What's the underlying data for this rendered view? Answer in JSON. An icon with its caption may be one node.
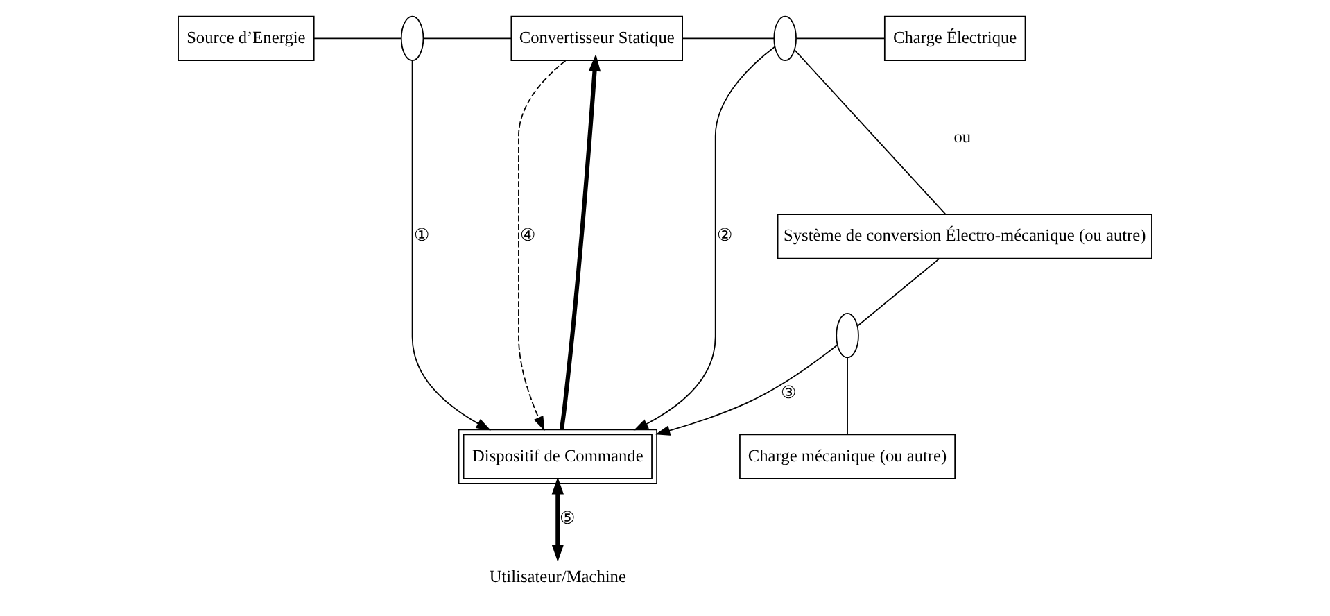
{
  "diagram": {
    "nodes": [
      {
        "text": [
          "Source d’Energie"
        ]
      },
      {
        "text": [
          "Convertisseur Statique"
        ]
      },
      {
        "text": [
          "Charge Électrique"
        ]
      },
      {
        "text": [
          "Système de conversion Électro-mécanique (ou autre)"
        ]
      },
      {
        "text": [
          "Dispositif de Commande"
        ]
      },
      {
        "text": [
          "Charge mécanique (ou autre)"
        ]
      },
      {
        "text": [
          "Utilisateur/Machine"
        ]
      },
      {
        "text": [],
        "shape": "ellipse"
      },
      {
        "text": [],
        "shape": "ellipse"
      },
      {
        "text": [],
        "shape": "ellipse"
      }
    ],
    "edges": [
      {
        "from": 0,
        "to": 7,
        "arrow": "none"
      },
      {
        "from": 7,
        "to": 1,
        "arrow": "none"
      },
      {
        "from": 1,
        "to": 8,
        "arrow": "none"
      },
      {
        "from": 8,
        "to": 2,
        "arrow": "none"
      },
      {
        "from": 8,
        "to": 3,
        "arrow": "none"
      },
      {
        "from": 3,
        "to": 9,
        "arrow": "none"
      },
      {
        "from": 9,
        "to": 5,
        "arrow": "none"
      },
      {
        "from": 7,
        "to": 4,
        "arrow": "to",
        "label": "①"
      },
      {
        "from": 1,
        "to": 4,
        "arrow": "to",
        "label": "④",
        "style": "dashed"
      },
      {
        "from": 4,
        "to": 1,
        "arrow": "to",
        "style": "thick"
      },
      {
        "from": 8,
        "to": 4,
        "arrow": "to",
        "label": "②"
      },
      {
        "from": 9,
        "to": 4,
        "arrow": "to",
        "label": "③"
      },
      {
        "from": 4,
        "to": 6,
        "arrow": "both",
        "label": "⑤",
        "style": "thick"
      }
    ],
    "labels": [
      "ou"
    ]
  }
}
